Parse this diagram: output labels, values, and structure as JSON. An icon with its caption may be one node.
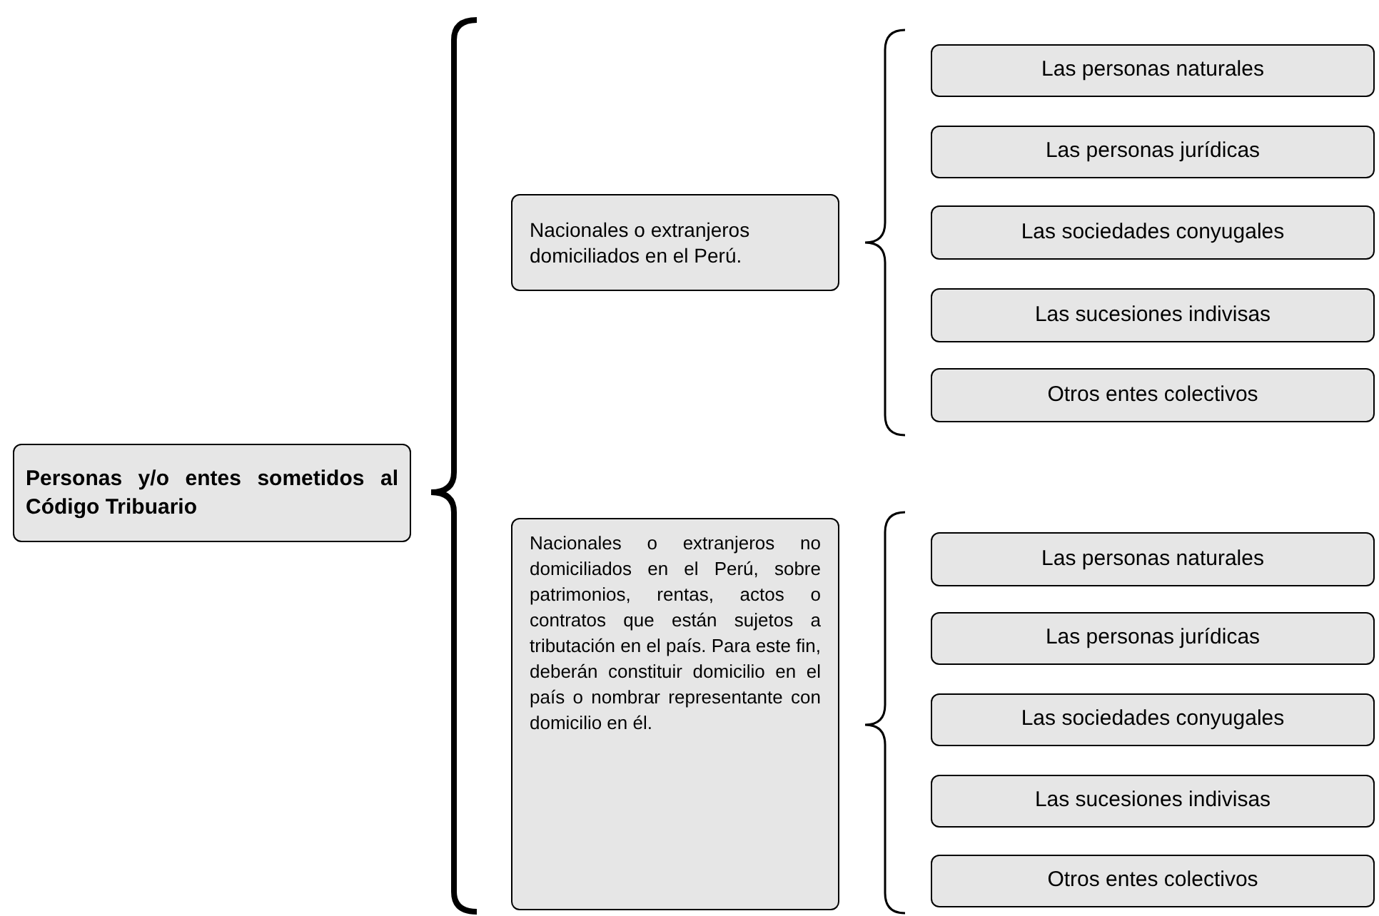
{
  "diagram": {
    "nodes": [
      {
        "text": [
          "Personas y/o entes sometidos al Código Tribuario"
        ]
      },
      {
        "text": [
          "Nacionales o extranjeros domiciliados en el Perú."
        ]
      },
      {
        "text": [
          "Las personas naturales"
        ]
      },
      {
        "text": [
          "Las personas jurídicas"
        ]
      },
      {
        "text": [
          "Las sociedades conyugales"
        ]
      },
      {
        "text": [
          "Las sucesiones indivisas"
        ]
      },
      {
        "text": [
          "Otros entes colectivos"
        ]
      },
      {
        "text": [
          "Nacionales o extranjeros no domiciliados en el Perú, sobre patrimonios, rentas, actos o contratos que están sujetos a tributación en el país. Para este fin, deberán constituir domicilio en el país o nombrar representante con domicilio en él."
        ]
      },
      {
        "text": [
          "Las personas naturales"
        ]
      },
      {
        "text": [
          "Las personas jurídicas"
        ]
      },
      {
        "text": [
          "Las sociedades conyugales"
        ]
      },
      {
        "text": [
          "Las sucesiones indivisas"
        ]
      },
      {
        "text": [
          "Otros entes colectivos"
        ]
      }
    ]
  }
}
